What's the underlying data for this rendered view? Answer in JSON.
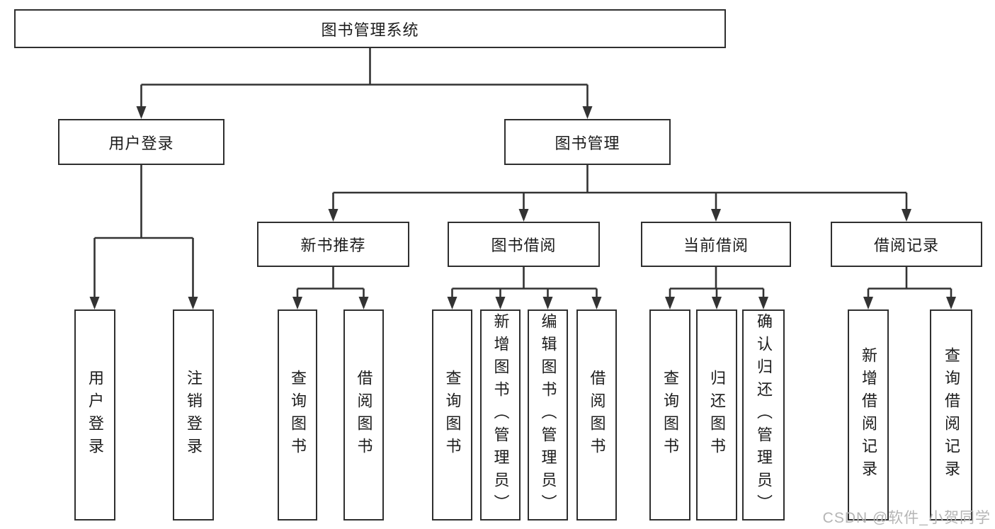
{
  "title": "图书管理系统",
  "tree": {
    "label": "图书管理系统",
    "children": [
      {
        "label": "用户登录",
        "children": [
          {
            "label": "用户登录"
          },
          {
            "label": "注销登录"
          }
        ]
      },
      {
        "label": "图书管理",
        "children": [
          {
            "label": "新书推荐",
            "children": [
              {
                "label": "查询图书"
              },
              {
                "label": "借阅图书"
              }
            ]
          },
          {
            "label": "图书借阅",
            "children": [
              {
                "label": "查询图书"
              },
              {
                "label": "新增图书（管理员）"
              },
              {
                "label": "编辑图书（管理员）"
              },
              {
                "label": "借阅图书"
              }
            ]
          },
          {
            "label": "当前借阅",
            "children": [
              {
                "label": "查询图书"
              },
              {
                "label": "归还图书"
              },
              {
                "label": "确认归还（管理员）"
              }
            ]
          },
          {
            "label": "借阅记录",
            "children": [
              {
                "label": "新增借阅记录"
              },
              {
                "label": "查询借阅记录"
              }
            ]
          }
        ]
      }
    ]
  },
  "watermark": "CSDN @软件_小贺同学",
  "colors": {
    "box_border": "#2f2f2f",
    "connector": "#333333",
    "text": "#1c1c1c",
    "watermark_text": "#b5b5b5",
    "background": "#ffffff"
  }
}
